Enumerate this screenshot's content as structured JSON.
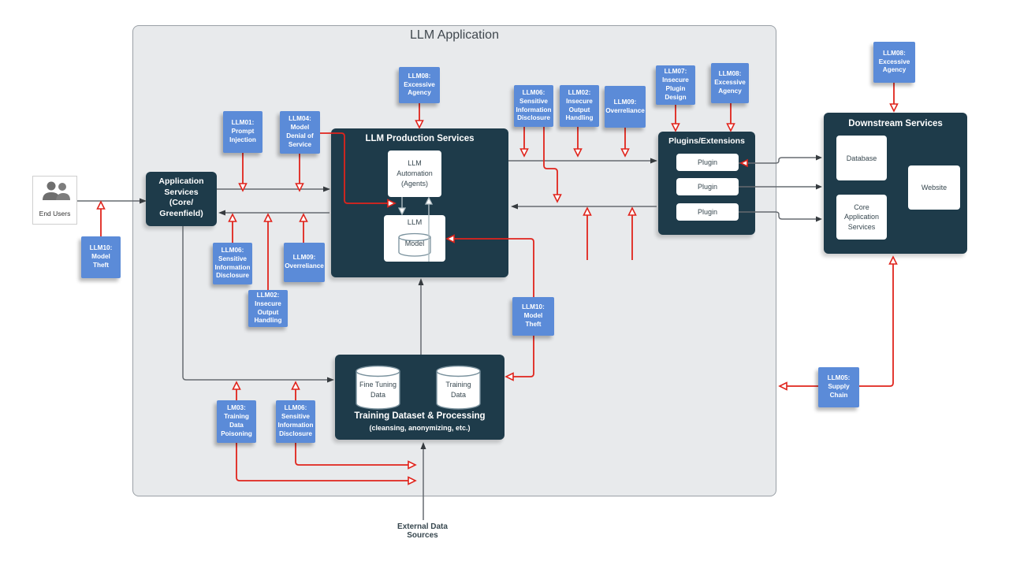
{
  "title": "LLM Application",
  "colors": {
    "note_blue": "#5b8bd8",
    "container_dark": "#1e3b4a",
    "threat_red": "#e0241c",
    "connector_gray": "#666b70",
    "boundary_fill": "#e8eaec"
  },
  "end_users": {
    "label": "End Users"
  },
  "external_data": {
    "label": "External Data\nSources"
  },
  "boxes": {
    "application_services": {
      "title": "Application\nServices\n(Core/\nGreenfield)"
    },
    "llm_production": {
      "title": "LLM Production Services",
      "automation": "LLM\nAutomation\n(Agents)",
      "llm": "LLM",
      "model": "Model"
    },
    "plugins": {
      "title": "Plugins/Extensions",
      "items": [
        "Plugin",
        "Plugin",
        "Plugin"
      ]
    },
    "downstream": {
      "title": "Downstream Services",
      "database": "Database",
      "website": "Website",
      "core_app": "Core\nApplication\nServices"
    },
    "training": {
      "title": "Training Dataset & Processing",
      "subtitle": "(cleansing, anonymizing, etc.)",
      "fine_tuning": "Fine Tuning\nData",
      "training_data": "Training\nData"
    }
  },
  "threat_notes": {
    "llm08_top": "LLM08:\nExcessive\nAgency",
    "llm01_top": "LLM01:\nPrompt\nInjection",
    "llm04_top": "LLM04:\nModel\nDenial of\nService",
    "llm06_topmid": "LLM06:\nSensitive\nInformation\nDisclosure",
    "llm02_topmid": "LLM02:\nInsecure\nOutput\nHandling",
    "llm09_topmid": "LLM09:\nOverreliance",
    "llm07_plugins": "LLM07:\nInsecure\nPlugin\nDesign",
    "llm08_plugins": "LLM08:\nExcessive\nAgency",
    "llm08_right": "LLM08:\nExcessive\nAgency",
    "llm10_left": "LLM10:\nModel\nTheft",
    "llm06_midleft": "LLM06:\nSensitive\nInformation\nDisclosure",
    "llm09_midleft": "LLM09:\nOverreliance",
    "llm02_midleft": "LLM02:\nInsecure\nOutput\nHandling",
    "llm10_center": "LLM10:\nModel\nTheft",
    "lm03_bottom": "LM03:\nTraining\nData\nPoisoning",
    "llm06_bottom": "LLM06:\nSensitive\nInformation\nDisclosure",
    "llm05_right": "LLM05:\nSupply\nChain"
  }
}
